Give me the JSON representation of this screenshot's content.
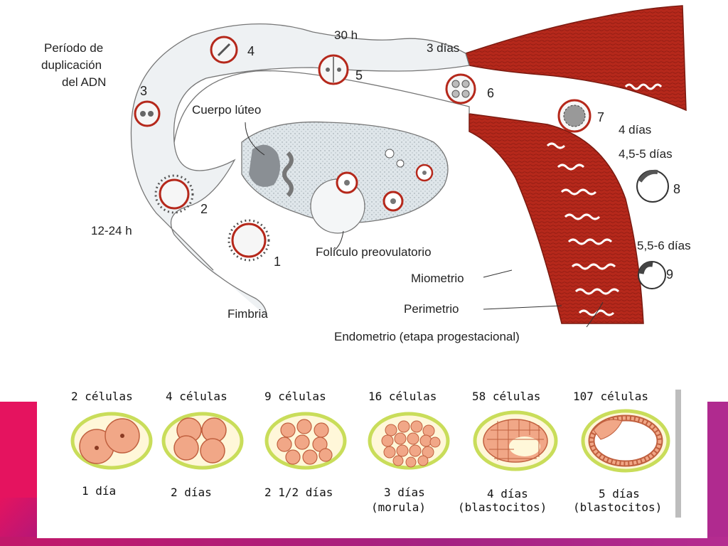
{
  "diagram": {
    "labels": {
      "dna_period": [
        "Período de",
        "duplicación",
        "del ADN"
      ],
      "h30": "30 h",
      "days3": "3 días",
      "corpus": "Cuerpo lúteo",
      "days4": "4 días",
      "days45": "4,5-5 días",
      "h1224": "12-24 h",
      "follicle": "Folículo preovulatorio",
      "days556": "5,5-6 días",
      "myometrium": "Miometrio",
      "perimetrium": "Perimetrio",
      "fimbria": "Fimbria",
      "endometrium": "Endometrio (etapa progestacional)"
    },
    "stages": [
      "1",
      "2",
      "3",
      "4",
      "5",
      "6",
      "7",
      "8",
      "9"
    ]
  },
  "strip": {
    "cells": [
      "2 células",
      "4 células",
      "9 células",
      "16 células",
      "58 células",
      "107 células"
    ],
    "days": [
      "1 día",
      "2 días",
      "2 1/2 días",
      "3 días",
      "4 días",
      "5 días"
    ],
    "notes": [
      "",
      "",
      "",
      "(morula)",
      "(blastocitos)",
      "(blastocitos)"
    ]
  },
  "colors": {
    "uterus": "#b5281b",
    "zona": "#c9dd5a",
    "cell": "#e8886a",
    "accent_pink": "#e5135f",
    "accent_purple": "#b02a8f"
  }
}
